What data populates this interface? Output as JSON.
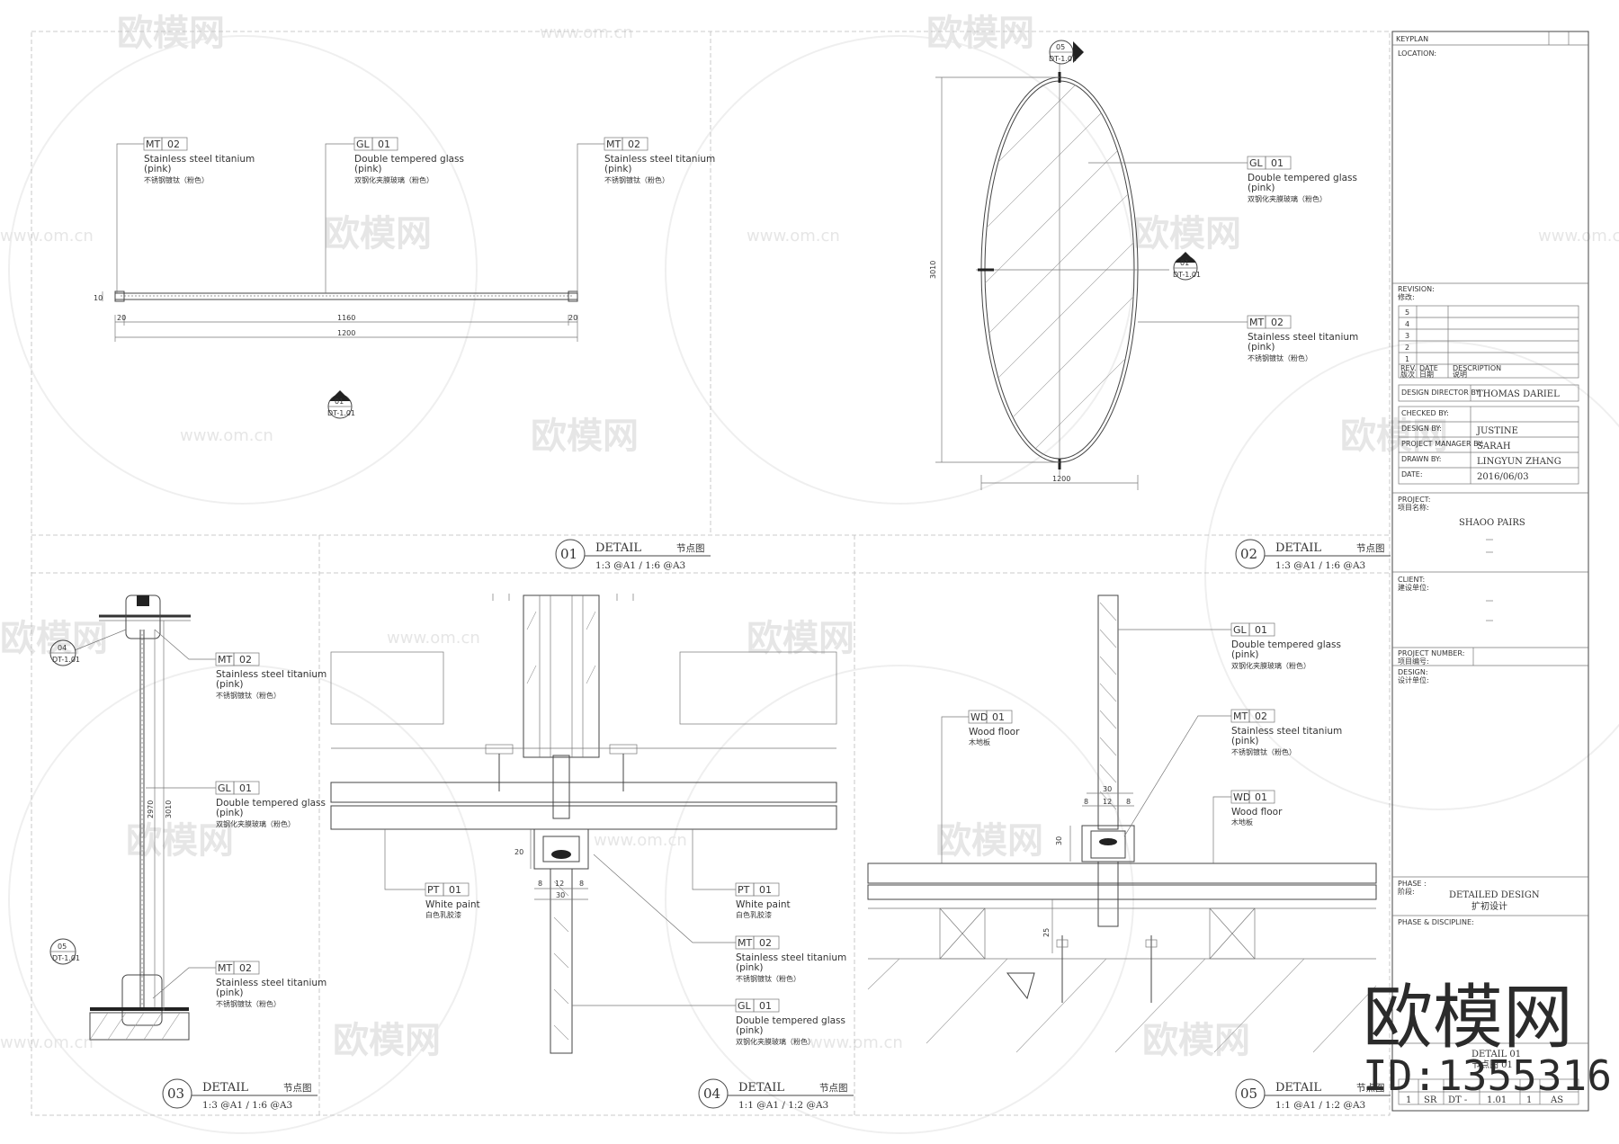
{
  "watermark": {
    "text": "欧模网",
    "url": "www.om.cn",
    "id": "ID:1355316"
  },
  "details": [
    {
      "num": "01",
      "title": "DETAIL",
      "cn": "节点图",
      "scale": "1:3 @A1 / 1:6 @A3"
    },
    {
      "num": "02",
      "title": "DETAIL",
      "cn": "节点图",
      "scale": "1:3 @A1 / 1:6 @A3"
    },
    {
      "num": "03",
      "title": "DETAIL",
      "cn": "节点图",
      "scale": "1:3 @A1 / 1:6 @A3"
    },
    {
      "num": "04",
      "title": "DETAIL",
      "cn": "节点图",
      "scale": "1:1 @A1 / 1:2 @A3"
    },
    {
      "num": "05",
      "title": "DETAIL",
      "cn": "节点图",
      "scale": "1:1 @A1 / 1:2 @A3"
    }
  ],
  "labels": {
    "mt02": {
      "code": "MT",
      "num": "02",
      "en1": "Stainless steel titanium",
      "en2": "(pink)",
      "cn": "不锈钢镀钛（粉色）"
    },
    "gl01": {
      "code": "GL",
      "num": "01",
      "en1": "Double tempered glass",
      "en2": "(pink)",
      "cn": "双钢化夹膜玻璃（粉色）"
    },
    "pt01": {
      "code": "PT",
      "num": "01",
      "en1": "White paint",
      "cn": "白色乳胶漆"
    },
    "wd01": {
      "code": "WD",
      "num": "01",
      "en1": "Wood floor",
      "cn": "木地板"
    }
  },
  "section_tags": {
    "d1": {
      "num": "01",
      "ref": "DT-1.01"
    },
    "d2_top": {
      "num": "05",
      "ref": "DT-1.01"
    },
    "d2_mid": {
      "num": "01",
      "ref": "DT-1.01"
    },
    "d3_a": {
      "num": "04",
      "ref": "DT-1.01"
    },
    "d3_b": {
      "num": "05",
      "ref": "DT-1.01"
    }
  },
  "dims": {
    "d1_total": "1200",
    "d1_inner": "1160",
    "d1_left": "20",
    "d1_right": "20",
    "d1_height": "10",
    "d2_height": "3010",
    "d2_width": "1200",
    "d3_h1": "2970",
    "d3_h2": "3010",
    "d4_a": "20",
    "d4_b": "8",
    "d4_c": "12",
    "d4_d": "8",
    "d4_e": "30",
    "d5_a": "30",
    "d5_b": "8",
    "d5_c": "12",
    "d5_d": "8",
    "d5_e": "30",
    "d5_f": "25"
  },
  "title_block": {
    "keyplan": "KEYPLAN",
    "location": "LOCATION:",
    "revision": "REVISION:",
    "revision_cn": "修改:",
    "rev_rows": [
      "5",
      "4",
      "3",
      "2",
      "1"
    ],
    "rev_head": [
      "REV.",
      "DATE",
      "DESCRIPTION"
    ],
    "rev_head_cn": [
      "版次",
      "日期",
      "说明"
    ],
    "design_director_label": "DESIGN DIRECTOR BY:",
    "design_director": "THOMAS DARIEL",
    "checked_label": "CHECKED BY:",
    "designed_label": "DESIGN BY:",
    "designed": "JUSTINE",
    "pm_label": "PROJECT MANAGER BY:",
    "pm": "SARAH",
    "drawn_label": "DRAWN BY:",
    "drawn": "LINGYUN ZHANG",
    "date_label": "DATE:",
    "date": "2016/06/03",
    "project_label": "PROJECT:",
    "project_cn": "项目名称:",
    "project": "SHAOO PAIRS",
    "client_label": "CLIENT:",
    "client_cn": "建设单位:",
    "project_number_label": "PROJECT NUMBER:",
    "project_number_cn": "项目编号:",
    "design_label": "DESIGN:",
    "design_cn": "设计单位:",
    "phase_label": "PHASE :",
    "phase_cn": "阶段:",
    "phase": "DETAILED DESIGN",
    "phase_sub": "扩初设计",
    "discipline_label": "PHASE & DISCIPLINE:",
    "drawing_title": "DETAIL 01",
    "drawing_title_cn": "节点图 01",
    "sheet_cells": [
      "1",
      "SR",
      "DT -",
      "1.01",
      "1",
      "AS"
    ]
  }
}
